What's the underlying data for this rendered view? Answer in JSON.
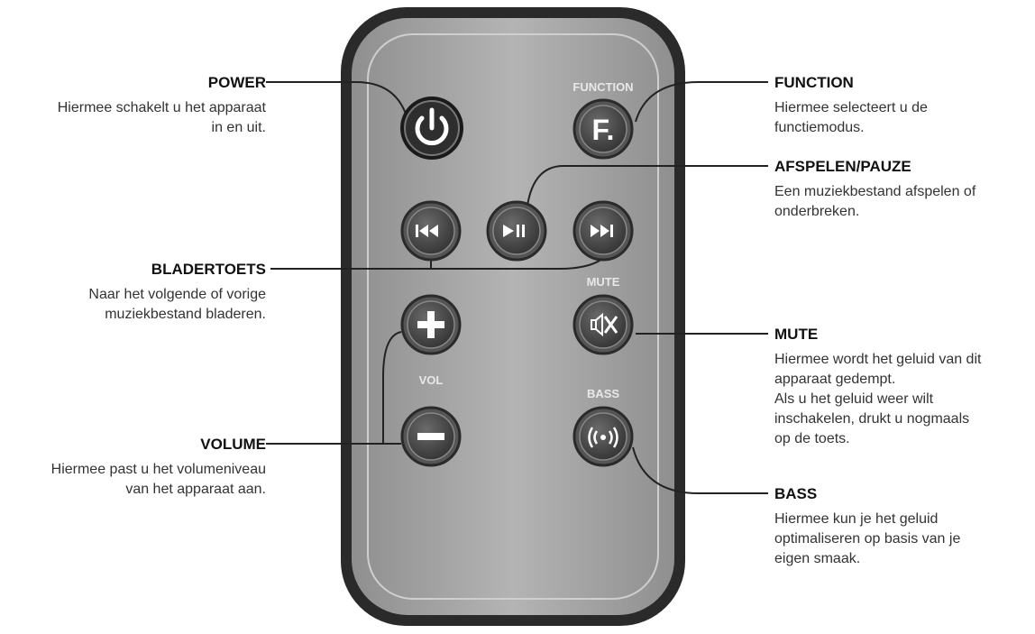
{
  "remote": {
    "labels": {
      "function": "FUNCTION",
      "mute": "MUTE",
      "vol": "VOL",
      "bass": "BASS"
    },
    "buttons": {
      "power": "power-icon",
      "function": "F.",
      "prev": "skip-back-icon",
      "play_pause": "play-pause-icon",
      "next": "skip-forward-icon",
      "vol_up": "plus-icon",
      "vol_down": "minus-icon",
      "mute": "mute-speaker-icon",
      "bass": "bass-waves-icon"
    }
  },
  "callouts": {
    "power": {
      "title": "POWER",
      "lines": [
        "Hiermee schakelt u het apparaat",
        "in en uit."
      ]
    },
    "bladertoets": {
      "title": "BLADERTOETS",
      "lines": [
        "Naar het volgende of vorige",
        "muziekbestand bladeren."
      ]
    },
    "volume": {
      "title": "VOLUME",
      "lines": [
        "Hiermee past u het volumeniveau",
        "van het apparaat aan."
      ]
    },
    "function": {
      "title": "FUNCTION",
      "lines": [
        "Hiermee selecteert u de",
        "functiemodus."
      ]
    },
    "play": {
      "title": "AFSPELEN/PAUZE",
      "lines": [
        "Een muziekbestand afspelen of",
        "onderbreken."
      ]
    },
    "mute": {
      "title": "MUTE",
      "lines": [
        "Hiermee wordt het geluid van dit",
        "apparaat gedempt.",
        "Als u het geluid weer wilt",
        "inschakelen, drukt u nogmaals",
        "op de toets."
      ]
    },
    "bass": {
      "title": "BASS",
      "lines": [
        "Hiermee kun je het geluid",
        "optimaliseren op basis van je",
        "eigen smaak."
      ]
    }
  },
  "colors": {
    "body_dark": "#2a2a2a",
    "face": "#a6a6a6",
    "button": "#4a4a4a",
    "button_ring": "#7a7a7a",
    "leader": "#222222"
  }
}
